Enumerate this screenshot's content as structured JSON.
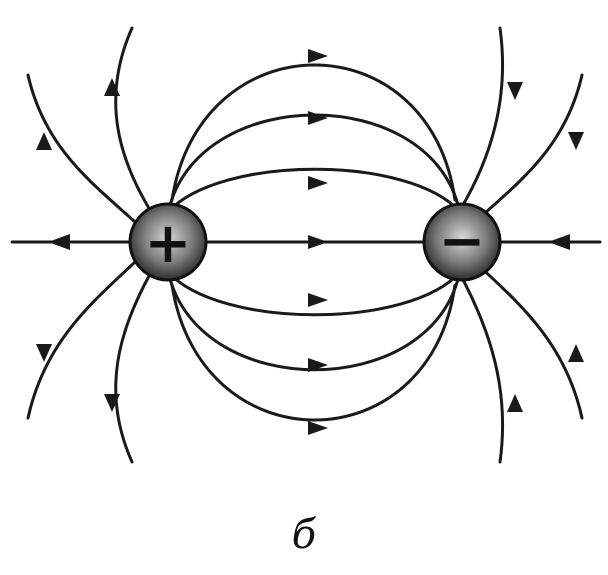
{
  "figure": {
    "caption": "б",
    "charges": [
      {
        "sign": "+",
        "name": "positive-charge"
      },
      {
        "sign": "−",
        "name": "negative-charge"
      }
    ],
    "line_color": "#1a1a1a",
    "charge_fill": "#3a3a3a"
  }
}
